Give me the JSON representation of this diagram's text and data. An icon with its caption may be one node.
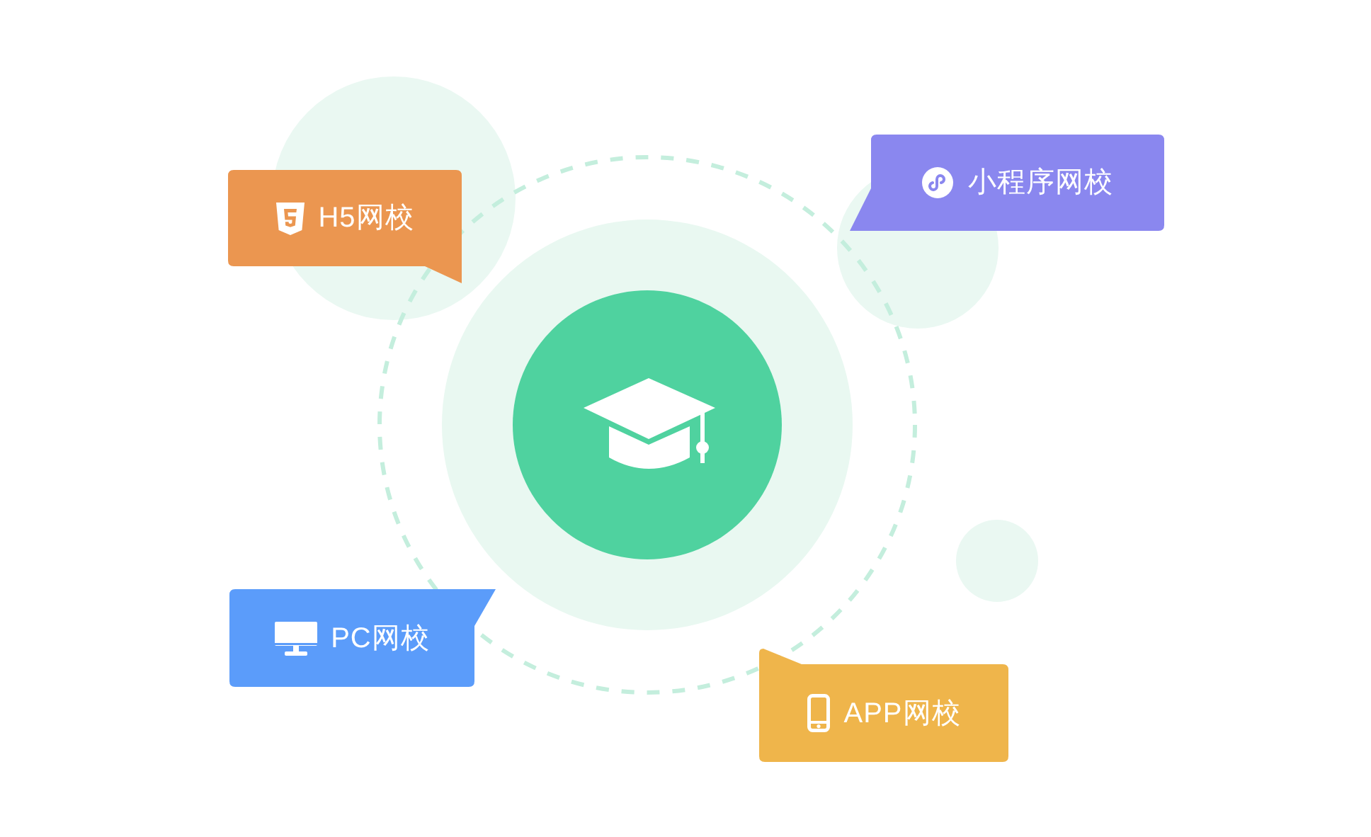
{
  "diagram": {
    "nodes": [
      {
        "text": [
          "H5网校"
        ]
      },
      {
        "text": [
          "小程序网校"
        ]
      },
      {
        "text": [],
        "shape": "circle"
      },
      {
        "text": [
          "PC网校"
        ]
      },
      {
        "text": [
          "APP网校"
        ]
      }
    ]
  }
}
